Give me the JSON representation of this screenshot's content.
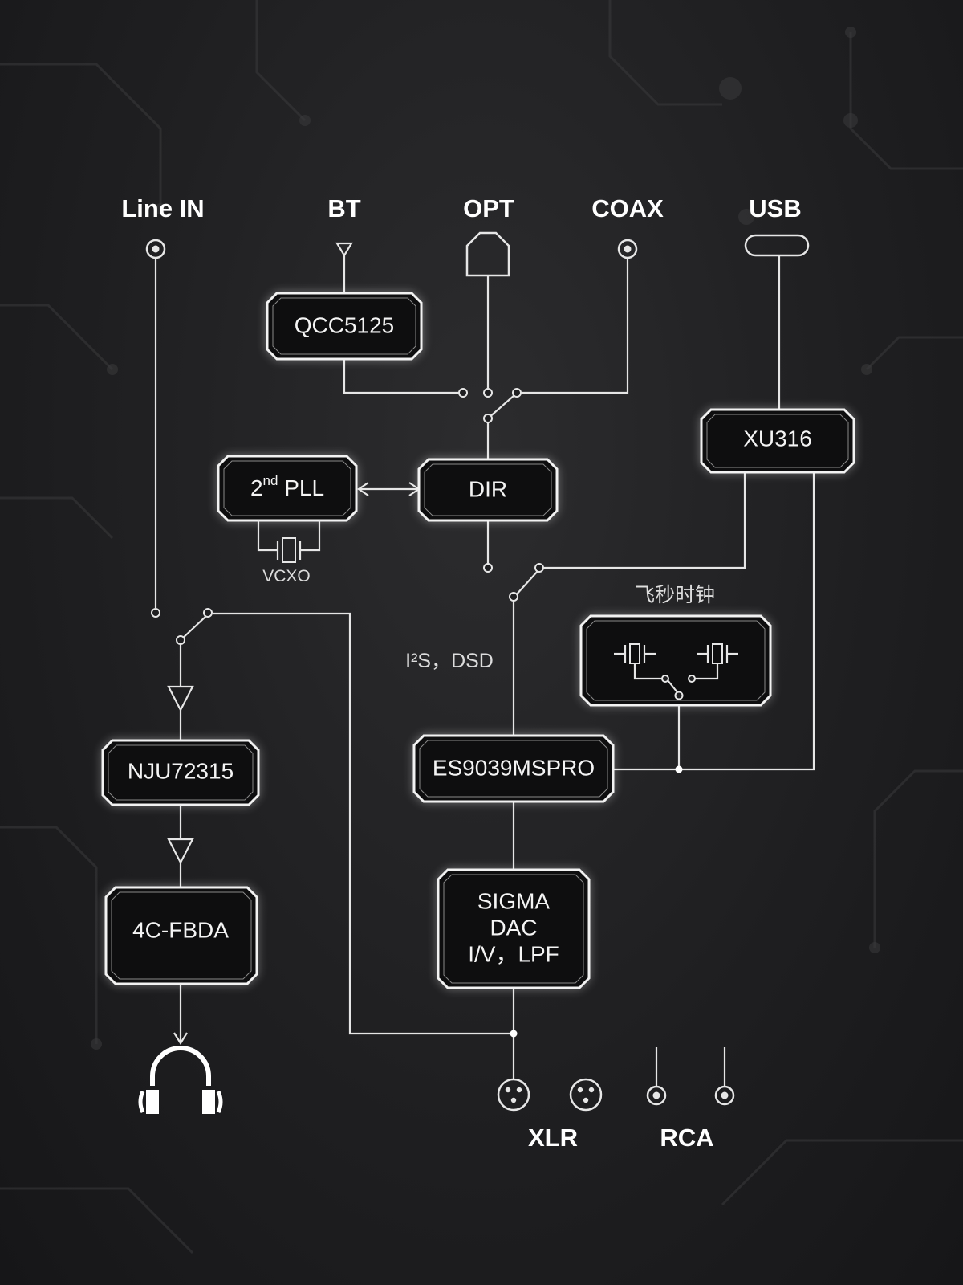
{
  "inputs": {
    "line_in": "Line IN",
    "bt": "BT",
    "opt": "OPT",
    "coax": "COAX",
    "usb": "USB"
  },
  "chips": {
    "qcc": "QCC5125",
    "pll": "2nd PLL",
    "dir": "DIR",
    "xu": "XU316",
    "clock": "",
    "nju": "NJU72315",
    "es": "ES9039MSPRO",
    "fbda": "4C-FBDA",
    "sigma_line1": "SIGMA",
    "sigma_line2": "DAC",
    "sigma_line3": "I/V，LPF"
  },
  "labels": {
    "vcxo": "VCXO",
    "femto_clock": "飞秒时钟",
    "i2s_dsd": "I²S，DSD",
    "xlr": "XLR",
    "rca": "RCA"
  }
}
